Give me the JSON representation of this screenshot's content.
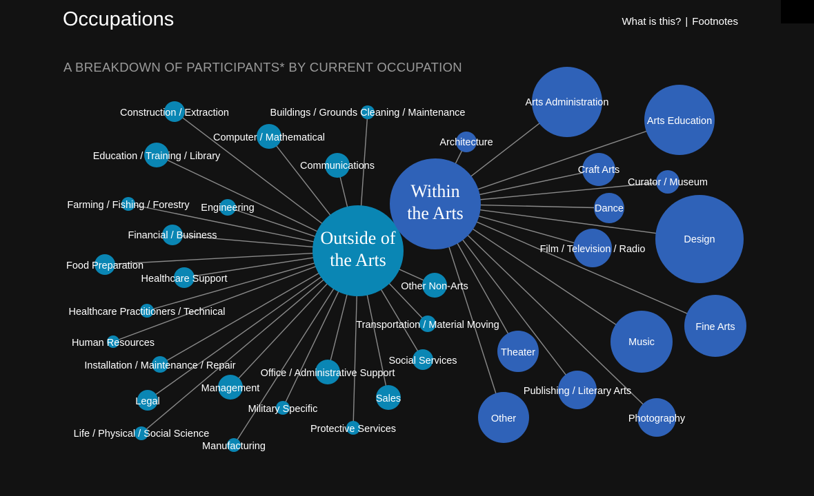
{
  "header": {
    "title": "Occupations",
    "what_is_this": "What is this?",
    "separator": "|",
    "footnotes": "Footnotes"
  },
  "subtitle": "A BREAKDOWN OF PARTICIPANTS* BY CURRENT OCCUPATION",
  "colors": {
    "outside": "#0a86b4",
    "within": "#2f62b8",
    "line": "#8a8a8a",
    "background": "#121212"
  },
  "hubs": {
    "outside": {
      "lines": [
        "Outside of",
        "the Arts"
      ]
    },
    "within": {
      "lines": [
        "Within",
        "the Arts"
      ]
    }
  },
  "outside_nodes": [
    {
      "label": "Construction / Extraction"
    },
    {
      "label": "Buildings / Grounds Cleaning / Maintenance"
    },
    {
      "label": "Computer / Mathematical"
    },
    {
      "label": "Education / Training / Library"
    },
    {
      "label": "Communications"
    },
    {
      "label": "Farming / Fishing / Forestry"
    },
    {
      "label": "Engineering"
    },
    {
      "label": "Financial / Business"
    },
    {
      "label": "Food Preparation"
    },
    {
      "label": "Healthcare Support"
    },
    {
      "label": "Other Non-Arts"
    },
    {
      "label": "Healthcare Practitioners / Technical"
    },
    {
      "label": "Transportation / Material Moving"
    },
    {
      "label": "Human Resources"
    },
    {
      "label": "Social Services"
    },
    {
      "label": "Installation / Maintenance / Repair"
    },
    {
      "label": "Office / Administrative Support"
    },
    {
      "label": "Management"
    },
    {
      "label": "Sales"
    },
    {
      "label": "Legal"
    },
    {
      "label": "Military Specific"
    },
    {
      "label": "Protective Services"
    },
    {
      "label": "Life / Physical / Social Science"
    },
    {
      "label": "Manufacturing"
    }
  ],
  "within_nodes": [
    {
      "label": "Arts Administration"
    },
    {
      "label": "Arts Education"
    },
    {
      "label": "Architecture"
    },
    {
      "label": "Craft Arts"
    },
    {
      "label": "Curator / Museum"
    },
    {
      "label": "Dance"
    },
    {
      "label": "Design"
    },
    {
      "label": "Film / Television / Radio"
    },
    {
      "label": "Fine Arts"
    },
    {
      "label": "Music"
    },
    {
      "label": "Theater"
    },
    {
      "label": "Publishing / Literary Arts"
    },
    {
      "label": "Photography"
    },
    {
      "label": "Other"
    }
  ]
}
